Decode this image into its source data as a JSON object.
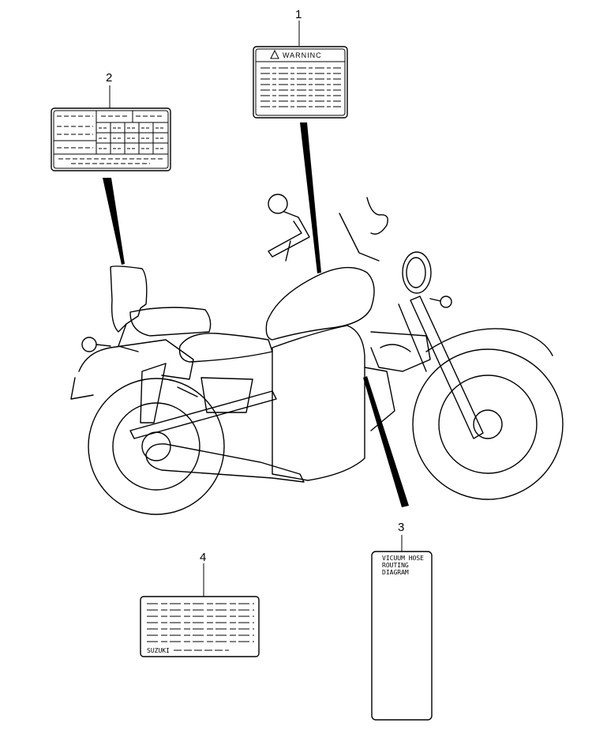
{
  "callouts": [
    "1",
    "2",
    "3",
    "4"
  ],
  "label_1": {
    "heading": "WARNINC",
    "icon": "warning-triangle-icon"
  },
  "label_3": {
    "lines": [
      "VICUUM HOSE",
      "ROUTING",
      "DIAGRAM"
    ]
  },
  "label_4": {
    "brand": "SUZUKI"
  }
}
